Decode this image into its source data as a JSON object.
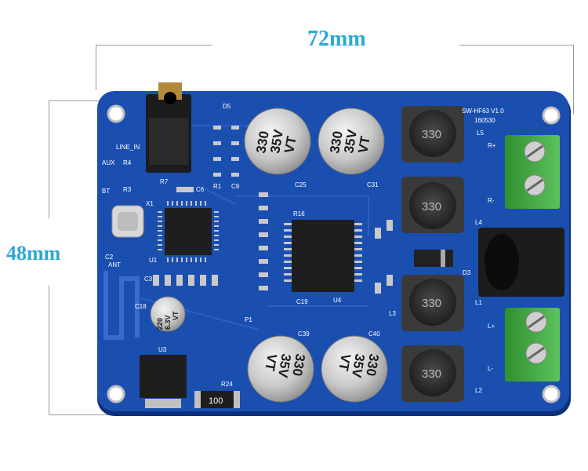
{
  "dimensions": {
    "width_label": "72mm",
    "height_label": "48mm"
  },
  "board": {
    "model": "SW-HF63 V1.0",
    "date_code": "160530",
    "line_in_label": "LINE_IN",
    "aux_label": "AUX",
    "bt_label": "BT",
    "ant_label": "ANT",
    "colors": {
      "pcb": "#1a4fb0",
      "pcb_edge": "#0d2f7a",
      "terminal": "#3aa53a",
      "inductor": "#2b2b2b"
    }
  },
  "capacitors": [
    {
      "value": "330",
      "voltage": "35V",
      "brand": "VT"
    },
    {
      "value": "330",
      "voltage": "35V",
      "brand": "VT"
    },
    {
      "value": "330",
      "voltage": "35V",
      "brand": "VT"
    },
    {
      "value": "330",
      "voltage": "35V",
      "brand": "VT"
    }
  ],
  "small_cap": {
    "value": "220",
    "voltage": "6.3V",
    "brand": "VT"
  },
  "inductors": [
    "330",
    "330",
    "330",
    "330"
  ],
  "resistor_r24": "100",
  "labels": {
    "c25": "C25",
    "c31": "C31",
    "c39": "C39",
    "c40": "C40",
    "u1": "U1",
    "u3": "U3",
    "u4": "U4",
    "x1": "X1",
    "r16": "R16",
    "r24": "R24",
    "c18": "C18",
    "c19": "C19",
    "c2": "C2",
    "c3": "C3",
    "d5": "D5",
    "d3": "D3",
    "l1": "L1",
    "l2": "L2",
    "l3": "L3",
    "l4": "L4",
    "l5": "L5",
    "r_plus": "R+",
    "r_minus": "R-",
    "l_plus": "L+",
    "l_minus": "L-",
    "r4": "R4",
    "r3": "R3",
    "r7": "R7",
    "c6": "C6",
    "r1": "R1",
    "c9": "C9",
    "p1": "P1"
  }
}
